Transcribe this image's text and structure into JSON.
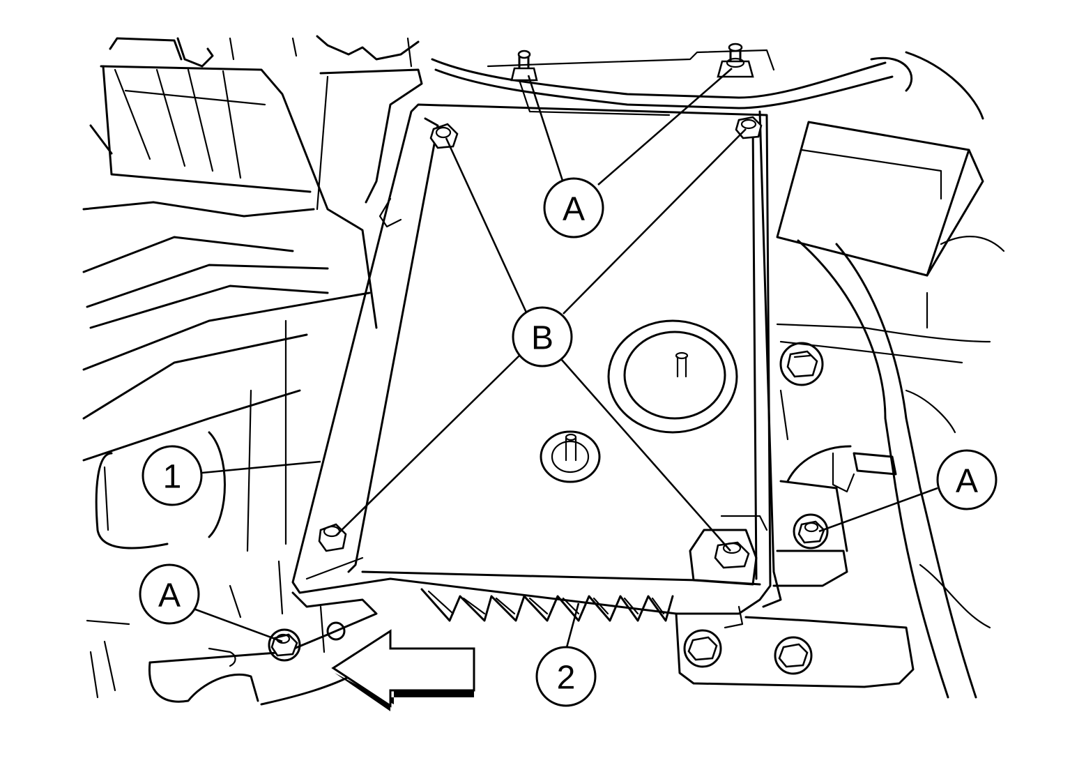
{
  "callouts": {
    "a_top": "A",
    "b_center": "B",
    "a_right": "A",
    "a_bottom_left": "A",
    "part_1": "1",
    "part_2": "2"
  }
}
